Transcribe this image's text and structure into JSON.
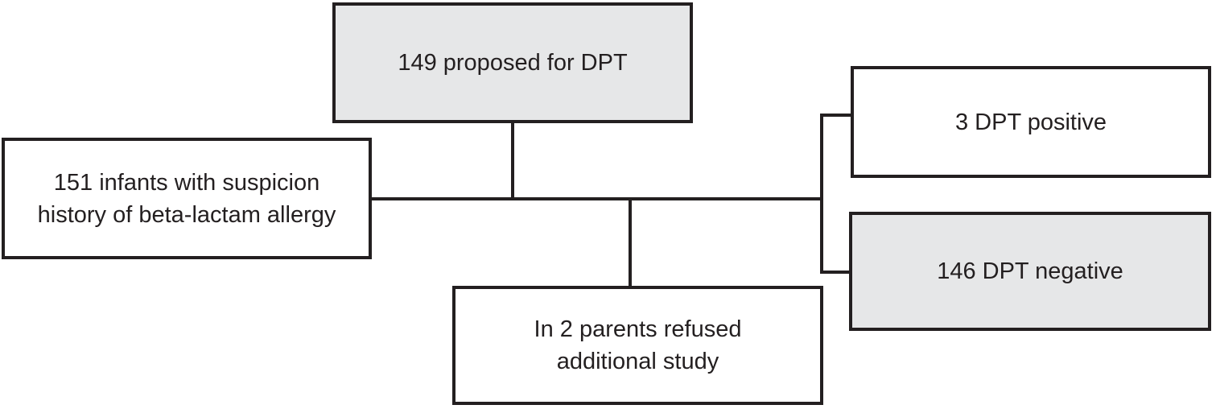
{
  "diagram": {
    "type": "flowchart",
    "colors": {
      "border": "#231f20",
      "text": "#231f20",
      "shaded_fill": "#e6e7e8",
      "plain_fill": "#ffffff",
      "background": "#ffffff"
    },
    "nodes": {
      "proposed": {
        "label": "149 proposed for DPT",
        "shaded": true
      },
      "infants": {
        "label": "151 infants with suspicion\nhistory of beta-lactam allergy",
        "shaded": false
      },
      "dpt_positive": {
        "label": "3 DPT positive",
        "shaded": false
      },
      "dpt_negative": {
        "label": "146 DPT negative",
        "shaded": true
      },
      "refused": {
        "label": "In 2 parents refused\nadditional study",
        "shaded": false
      }
    },
    "edges": [
      {
        "from": "infants",
        "to": "proposed"
      },
      {
        "from": "infants",
        "to": "refused"
      },
      {
        "from": "proposed",
        "to": "dpt_positive"
      },
      {
        "from": "proposed",
        "to": "dpt_negative"
      }
    ]
  }
}
